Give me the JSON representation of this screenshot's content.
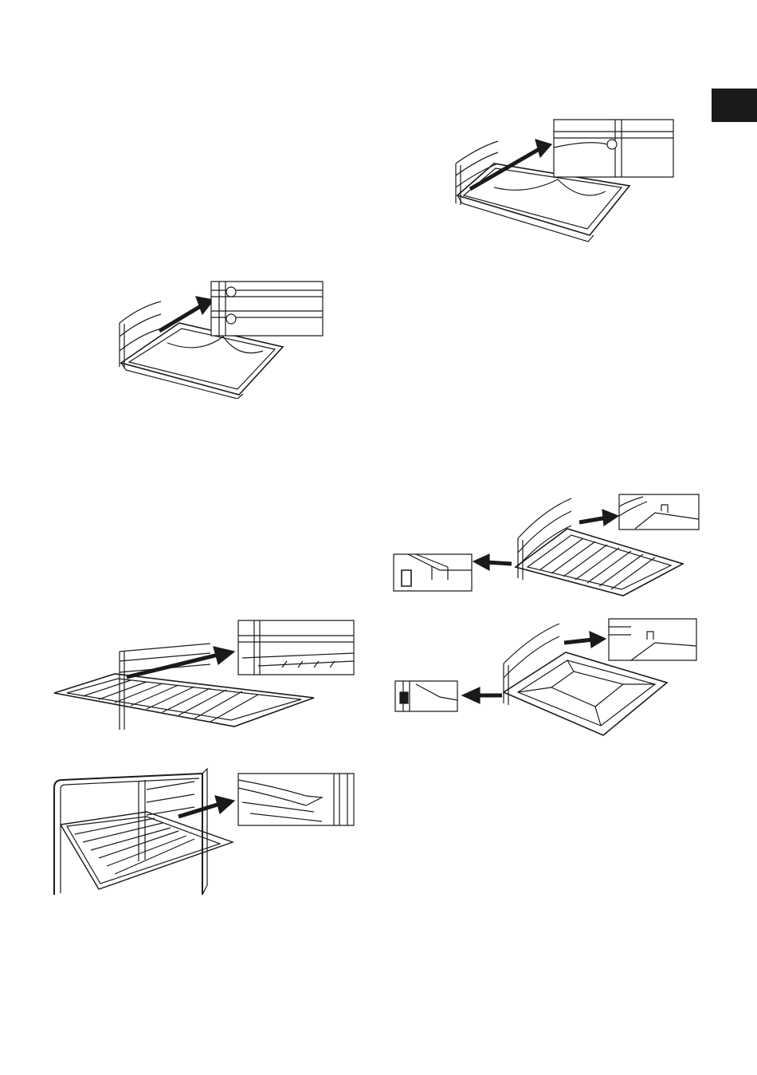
{
  "page": {
    "background": "#ffffff",
    "ink": "#1a1a1a",
    "tab_color": "#1a1a1a"
  },
  "figures": [
    {
      "id": "tray-level-detail-right",
      "icon": "baking-tray-with-guide-detail"
    },
    {
      "id": "tray-level-detail-left",
      "icon": "baking-tray-with-two-guide-detail"
    },
    {
      "id": "wire-rack-sides",
      "icon": "wire-rack-with-stop-detail"
    },
    {
      "id": "drip-tray-sides",
      "icon": "deep-tray-with-stop-detail"
    },
    {
      "id": "wire-rack-guide",
      "icon": "wire-rack-on-side-rails"
    },
    {
      "id": "rack-in-oven",
      "icon": "wire-rack-inside-oven"
    }
  ]
}
